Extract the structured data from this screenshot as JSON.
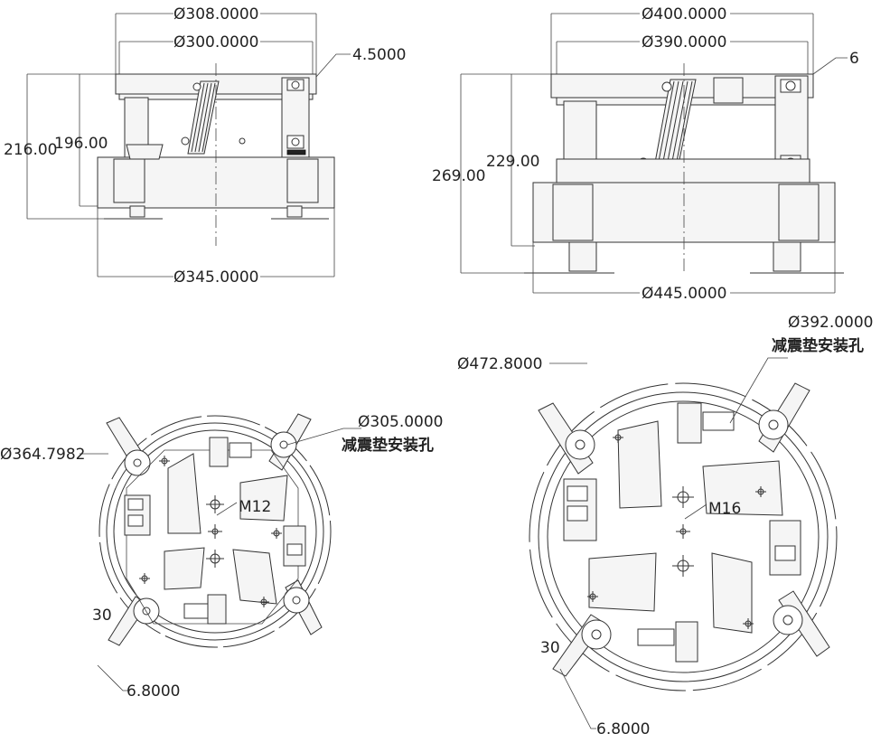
{
  "front_small": {
    "d_top": "Ø308.0000",
    "d_mid": "Ø300.0000",
    "right_gap": "4.5000",
    "h_outer": "216.00",
    "h_inner": "196.00",
    "d_bottom": "Ø345.0000"
  },
  "front_large": {
    "d_top": "Ø400.0000",
    "d_mid": "Ø390.0000",
    "right_gap": "6",
    "h_outer": "269.00",
    "h_inner": "229.00",
    "d_bottom": "Ø445.0000"
  },
  "plan_small": {
    "d_outer": "Ø364.7982",
    "d_holes": "Ø305.0000",
    "hole_label": "减震垫安装孔",
    "thread": "M12",
    "angle": "30",
    "slot": "6.8000"
  },
  "plan_large": {
    "d_outer": "Ø472.8000",
    "d_holes": "Ø392.0000",
    "hole_label": "减震垫安装孔",
    "thread": "M16",
    "angle": "30",
    "slot": "6.8000"
  }
}
